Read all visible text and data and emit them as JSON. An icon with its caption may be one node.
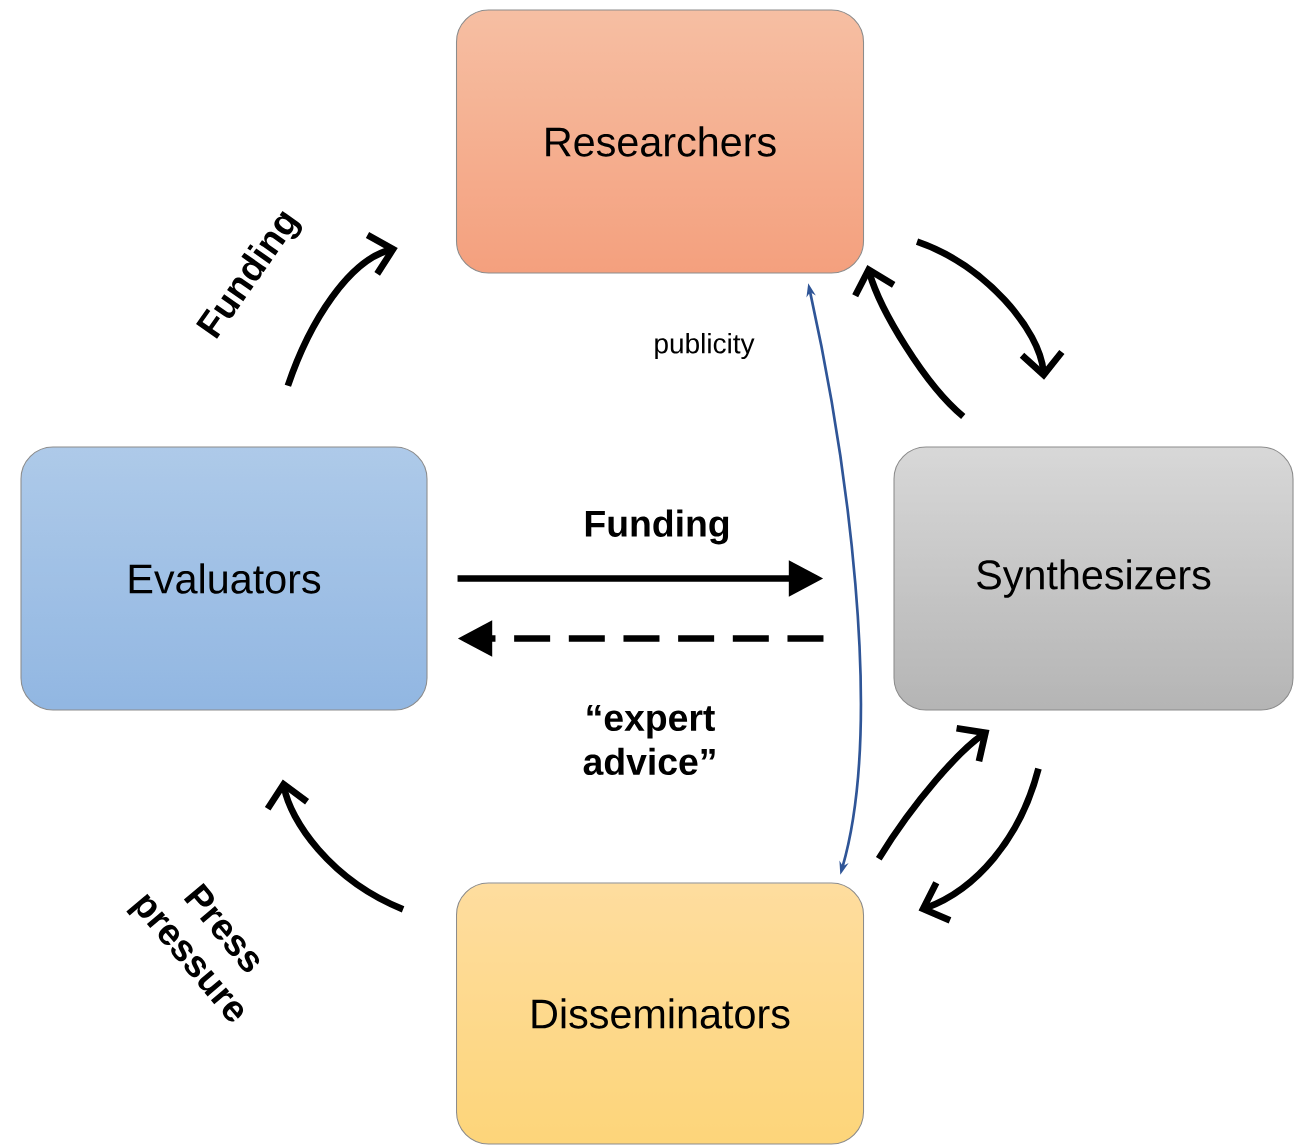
{
  "diagram": {
    "nodes": [
      {
        "text": [
          "Researchers"
        ]
      },
      {
        "text": [
          "Evaluators"
        ]
      },
      {
        "text": [
          "Synthesizers"
        ]
      },
      {
        "text": [
          "Disseminators"
        ]
      }
    ],
    "edges": [
      {
        "from": 1,
        "to": 0,
        "arrow": "to",
        "label": "Funding"
      },
      {
        "from": 0,
        "to": 2,
        "arrow": "to"
      },
      {
        "from": 2,
        "to": 0,
        "arrow": "to"
      },
      {
        "from": 1,
        "to": 2,
        "arrow": "to",
        "label": "Funding"
      },
      {
        "from": 2,
        "to": 1,
        "arrow": "to",
        "label": "“expert advice”",
        "style": "dashed"
      },
      {
        "from": 0,
        "to": 3,
        "arrow": "both",
        "label": "publicity",
        "color": "#2f5597"
      },
      {
        "from": 3,
        "to": 2,
        "arrow": "to"
      },
      {
        "from": 2,
        "to": 3,
        "arrow": "to"
      },
      {
        "from": 3,
        "to": 1,
        "arrow": "to",
        "label": "Press pressure"
      }
    ]
  }
}
